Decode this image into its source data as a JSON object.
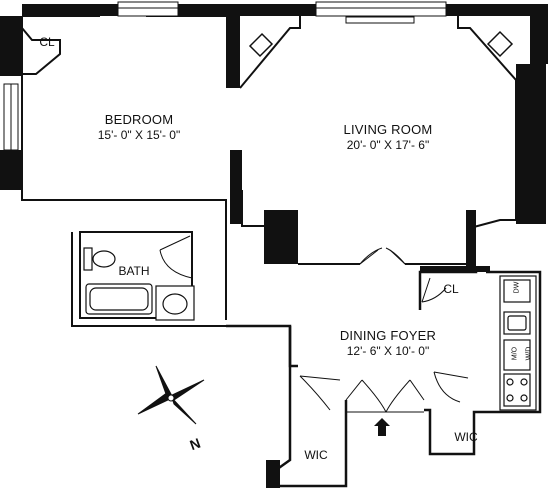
{
  "rooms": {
    "bedroom": {
      "name": "BEDROOM",
      "dimensions": "15'- 0\" X 15'- 0\""
    },
    "living_room": {
      "name": "LIVING ROOM",
      "dimensions": "20'- 0\" X 17'- 6\""
    },
    "dining_foyer": {
      "name": "DINING FOYER",
      "dimensions": "12'- 6\" X 10'- 0\""
    },
    "bath": {
      "name": "BATH"
    },
    "closet_bedroom": {
      "name": "CL"
    },
    "closet_foyer": {
      "name": "CL"
    },
    "wic_left": {
      "name": "WIC"
    },
    "wic_right": {
      "name": "WIC"
    }
  },
  "kitchen": {
    "appliance_top": "DW",
    "appliance_mid": "M/O",
    "appliance_bottom": "W/D"
  },
  "compass": {
    "label": "N"
  },
  "colors": {
    "wall": "#111111",
    "background": "#ffffff"
  }
}
